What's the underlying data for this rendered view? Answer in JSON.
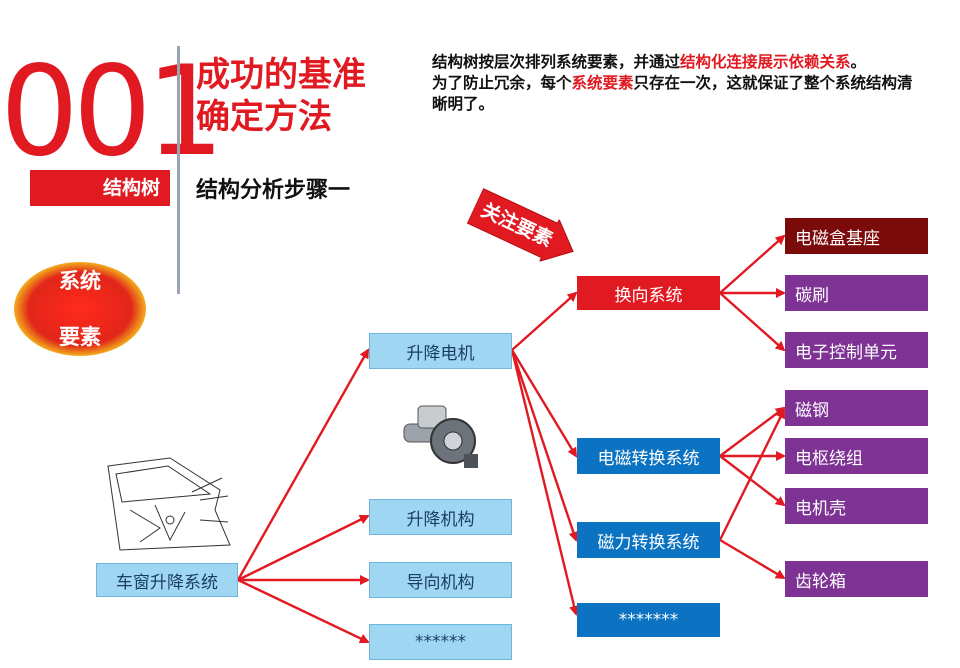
{
  "header": {
    "number": "001",
    "section_label": "结构树",
    "title_line1": "成功的基准",
    "title_line2": "确定方法",
    "subtitle": "结构分析步骤一"
  },
  "description": {
    "line1_a": "结构树按层次排列系统要素，并通过",
    "line1_hl": "结构化连接展示依赖关系",
    "line1_b": "。",
    "line2_a": "为了防止冗余，每个",
    "line2_hl": "系统要素",
    "line2_b": "只存在一次，这就保证了整个系统结构清晰明了。"
  },
  "badge": {
    "line1": "系统",
    "line2": "要素"
  },
  "focus_tag": "关注要素",
  "tree": {
    "root": "车窗升降系统",
    "level1": [
      "升降电机",
      "升降机构",
      "导向机构",
      "******"
    ],
    "level2": [
      "换向系统",
      "电磁转换系统",
      "磁力转换系统",
      "*******"
    ],
    "level3": [
      "电磁盒基座",
      "碳刷",
      "电子控制单元",
      "磁钢",
      "电枢绕组",
      "电机壳",
      "齿轮箱"
    ]
  },
  "colors": {
    "accent": "#e11a22",
    "level1": "#9fd7f2",
    "level2": "#0c73c2",
    "level3": "#7d3294"
  }
}
